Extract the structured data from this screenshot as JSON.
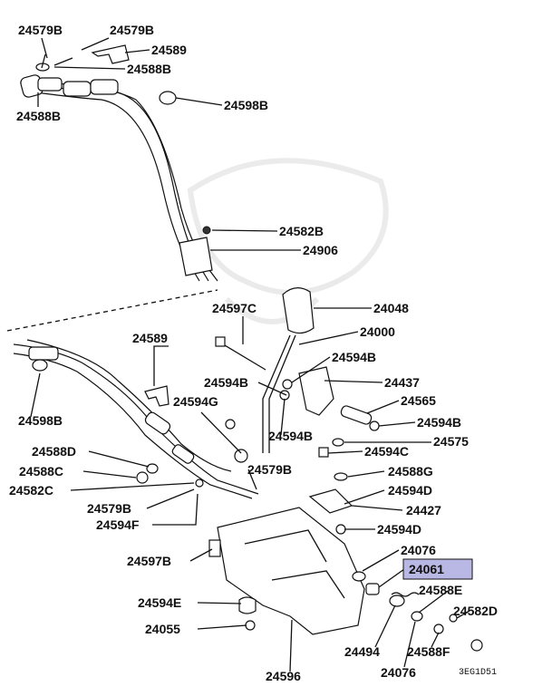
{
  "diagram_code": "3EG1D51",
  "highlight_color": "#b9b7e3",
  "labels": {
    "l24579B_a": "24579B",
    "l24579B_b": "24579B",
    "l24589_top": "24589",
    "l24588B_top": "24588B",
    "l24588B_left": "24588B",
    "l24598B_top": "24598B",
    "l24582B": "24582B",
    "l24906": "24906",
    "l24048": "24048",
    "l24597C": "24597C",
    "l24000": "24000",
    "l24589_mid": "24589",
    "l24594B_a": "24594B",
    "l24437": "24437",
    "l24594B_b": "24594B",
    "l24565": "24565",
    "l24598B_mid": "24598B",
    "l24594G": "24594G",
    "l24594B_c": "24594B",
    "l24594B_d": "24594B",
    "l24575": "24575",
    "l24588D": "24588D",
    "l24594C": "24594C",
    "l24579B_c": "24579B",
    "l24588G": "24588G",
    "l24588C": "24588C",
    "l24594D_a": "24594D",
    "l24582C": "24582C",
    "l24427": "24427",
    "l24579B_d": "24579B",
    "l24594F": "24594F",
    "l24594D_b": "24594D",
    "l24076_a": "24076",
    "l24597B": "24597B",
    "l24061": "24061",
    "l24588E": "24588E",
    "l24594E": "24594E",
    "l24582D": "24582D",
    "l24055": "24055",
    "l24494": "24494",
    "l24588F": "24588F",
    "l24596": "24596",
    "l24076_b": "24076"
  }
}
